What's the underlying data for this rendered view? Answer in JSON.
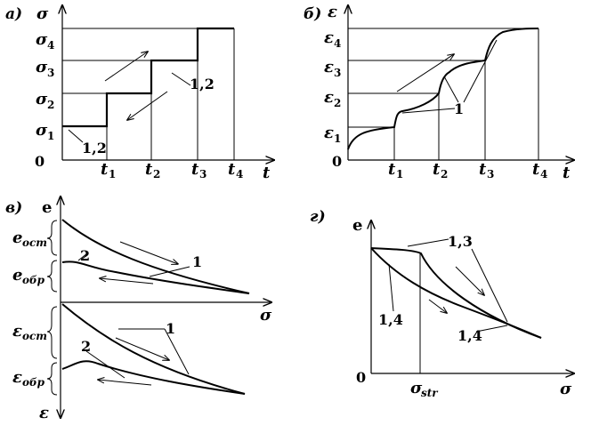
{
  "panel_a": {
    "label": "а)",
    "y_axis": "σ",
    "x_axis": "t",
    "origin": "0",
    "y_ticks": [
      {
        "base": "σ",
        "sub": "4"
      },
      {
        "base": "σ",
        "sub": "3"
      },
      {
        "base": "σ",
        "sub": "2"
      },
      {
        "base": "σ",
        "sub": "1"
      }
    ],
    "x_ticks": [
      {
        "base": "t",
        "sub": "1"
      },
      {
        "base": "t",
        "sub": "2"
      },
      {
        "base": "t",
        "sub": "3"
      },
      {
        "base": "t",
        "sub": "4"
      }
    ],
    "note_upper": "1,2",
    "note_lower": "1,2"
  },
  "panel_b": {
    "label": "б)",
    "y_axis": "ε",
    "x_axis": "t",
    "origin": "0",
    "y_ticks": [
      {
        "base": "ε",
        "sub": "4"
      },
      {
        "base": "ε",
        "sub": "3"
      },
      {
        "base": "ε",
        "sub": "2"
      },
      {
        "base": "ε",
        "sub": "1"
      }
    ],
    "x_ticks": [
      {
        "base": "t",
        "sub": "1"
      },
      {
        "base": "t",
        "sub": "2"
      },
      {
        "base": "t",
        "sub": "3"
      },
      {
        "base": "t",
        "sub": "4"
      }
    ],
    "note": "1"
  },
  "panel_v": {
    "label": "в)",
    "y_axis_top": "e",
    "y_axis_bottom": "ε",
    "x_axis": "σ",
    "brackets": [
      {
        "base": "e",
        "sub": "ост"
      },
      {
        "base": "e",
        "sub": "обр"
      },
      {
        "base": "ε",
        "sub": "ост"
      },
      {
        "base": "ε",
        "sub": "обр"
      }
    ],
    "curve_labels": [
      "1",
      "2",
      "1",
      "2"
    ]
  },
  "panel_g": {
    "label": "г)",
    "y_axis": "e",
    "x_axis": "σ",
    "origin": "0",
    "x_mark": {
      "base": "σ",
      "sub": "str"
    },
    "curve_labels": [
      "1,3",
      "1,4",
      "1,4"
    ]
  }
}
